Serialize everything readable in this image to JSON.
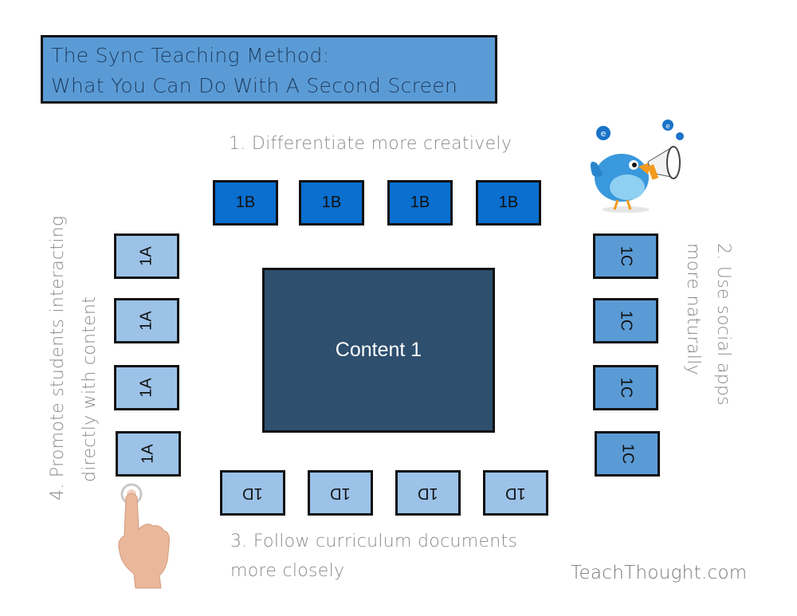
{
  "title": {
    "line1": "The Sync Teaching Method:",
    "line2": "What You Can Do With A Second Screen"
  },
  "captions": {
    "one": "1. Differentiate more creatively",
    "two_line1": "2. Use social apps",
    "two_line2": "more naturally",
    "three_line1": "3. Follow curriculum documents",
    "three_line2": "more closely",
    "four_line1": "4. Promote students interacting",
    "four_line2": "directly with content"
  },
  "content_screen": {
    "label": "Content 1"
  },
  "screens_top": [
    {
      "label": "1B"
    },
    {
      "label": "1B"
    },
    {
      "label": "1B"
    },
    {
      "label": "1B"
    }
  ],
  "screens_left": [
    {
      "label": "1A"
    },
    {
      "label": "1A"
    },
    {
      "label": "1A"
    },
    {
      "label": "1A"
    }
  ],
  "screens_right": [
    {
      "label": "1C"
    },
    {
      "label": "1C"
    },
    {
      "label": "1C"
    },
    {
      "label": "1C"
    }
  ],
  "screens_bottom": [
    {
      "label": "1D"
    },
    {
      "label": "1D"
    },
    {
      "label": "1D"
    },
    {
      "label": "1D"
    }
  ],
  "footer": {
    "brand": "TeachThought.com"
  },
  "icons": {
    "bird": "twitter-bird-megaphone-icon",
    "hand": "touch-hand-icon"
  },
  "colors": {
    "title_bg": "#5b9bd5",
    "screen_1b": "#0a6fcf",
    "screen_1a": "#9cc2e8",
    "screen_1c": "#5b9bd5",
    "screen_1d": "#9cc2e8",
    "content": "#2e4f6e"
  }
}
